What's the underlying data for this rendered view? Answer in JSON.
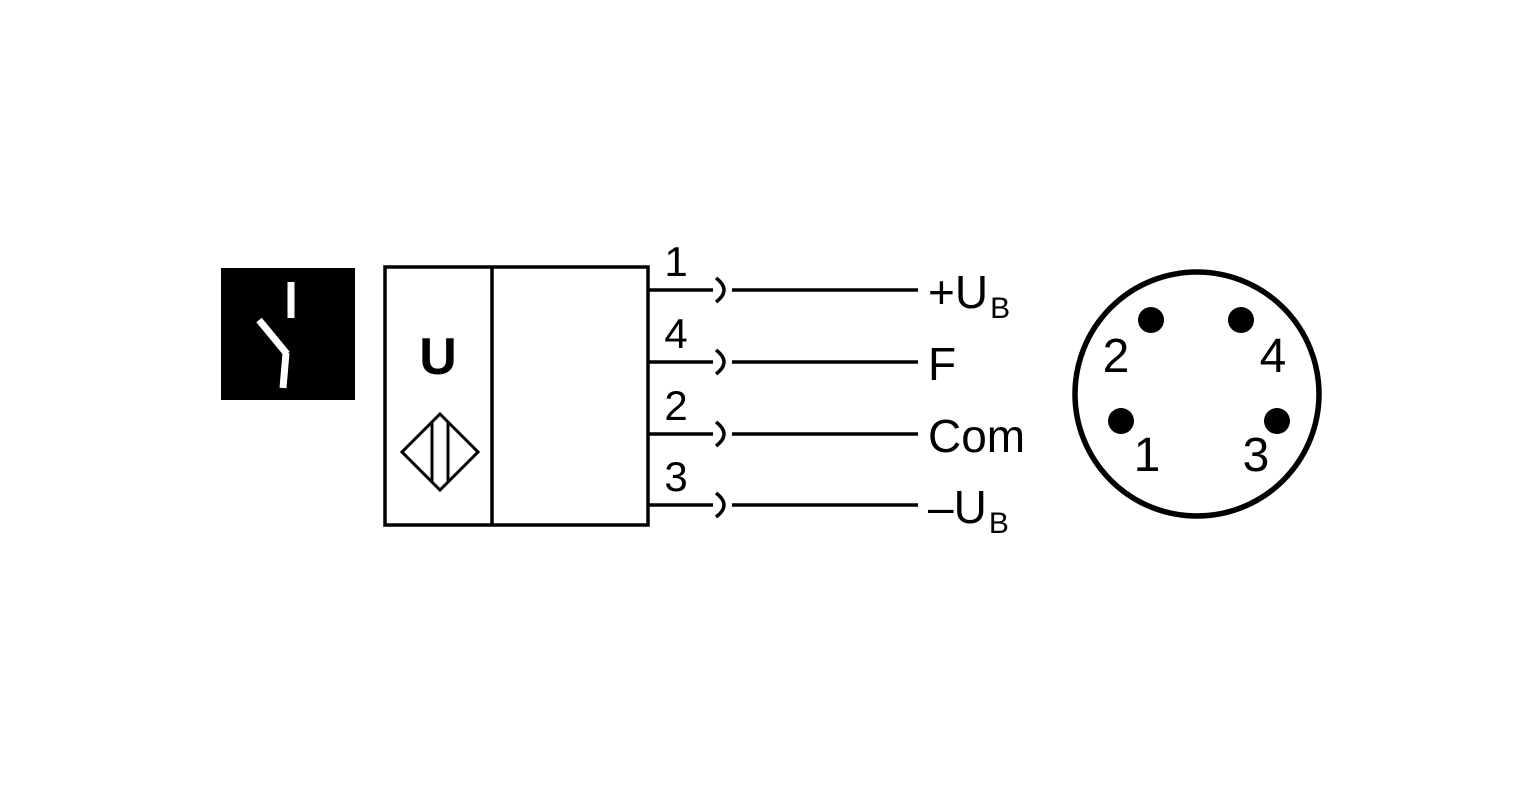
{
  "diagram": {
    "background_color": "#ffffff",
    "line_color": "#000000",
    "switch_icon": {
      "meaning": "normally-open-contact"
    },
    "sensor": {
      "label": "U"
    },
    "wires": [
      {
        "pin": "1",
        "label": "+U",
        "label_sub": "B"
      },
      {
        "pin": "4",
        "label": "F",
        "label_sub": ""
      },
      {
        "pin": "2",
        "label": "Com",
        "label_sub": ""
      },
      {
        "pin": "3",
        "label": "–U",
        "label_sub": "B"
      }
    ],
    "connector": {
      "pins": [
        {
          "number": "2"
        },
        {
          "number": "4"
        },
        {
          "number": "1"
        },
        {
          "number": "3"
        }
      ]
    }
  }
}
